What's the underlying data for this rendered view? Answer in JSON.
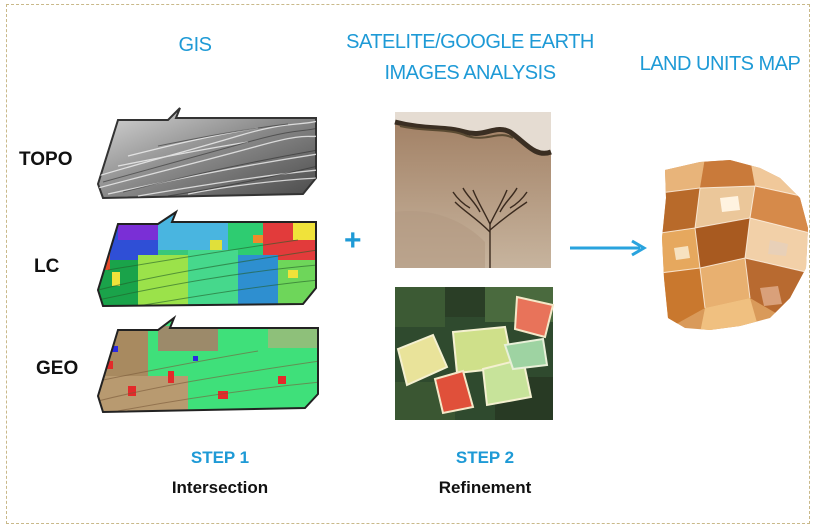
{
  "headers": {
    "gis": "GIS",
    "satellite_line1": "SATELITE/GOOGLE EARTH",
    "satellite_line2": "IMAGES ANALYSIS",
    "land_units": "LAND UNITS MAP"
  },
  "layers": [
    {
      "label": "TOPO"
    },
    {
      "label": "LC"
    },
    {
      "label": "GEO"
    }
  ],
  "operator": "+",
  "steps": [
    {
      "title": "STEP 1",
      "subtitle": "Intersection"
    },
    {
      "title": "STEP 2",
      "subtitle": "Refinement"
    }
  ],
  "colors": {
    "accent": "#1e9ad6",
    "arrow": "#29a3de"
  }
}
